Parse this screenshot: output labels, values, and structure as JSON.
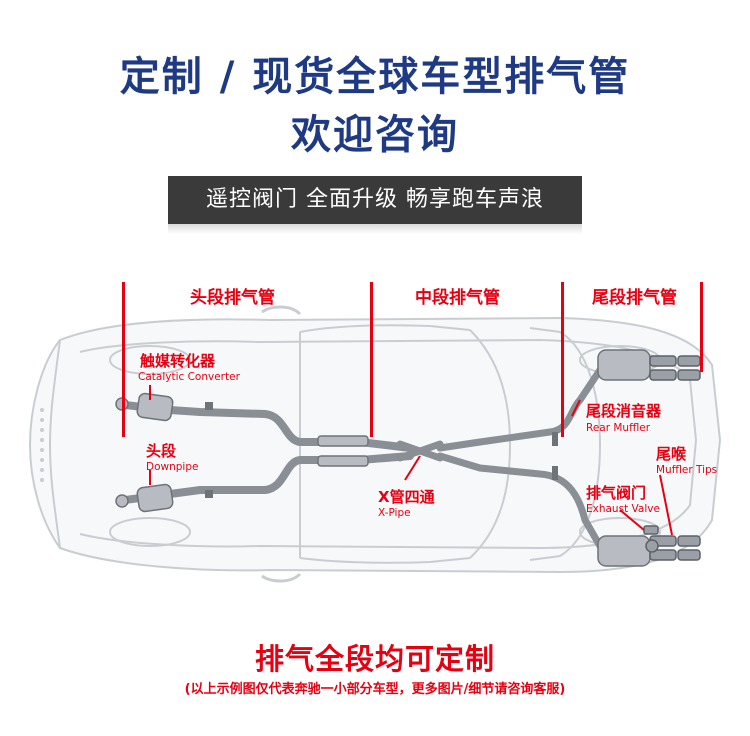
{
  "header": {
    "title_line1": "定制 / 现货全球车型排气管",
    "title_line2": "欢迎咨询"
  },
  "banner": {
    "text": "遥控阀门 全面升级 畅享跑车声浪"
  },
  "sections": {
    "front": "头段排气管",
    "middle": "中段排气管",
    "rear": "尾段排气管"
  },
  "callouts": {
    "catalytic": {
      "zh": "触媒转化器",
      "en": "Catalytic Converter"
    },
    "downpipe": {
      "zh": "头段",
      "en": "Downpipe"
    },
    "xpipe": {
      "zh": "X管四通",
      "en": "X-Pipe"
    },
    "rear_muffler": {
      "zh": "尾段消音器",
      "en": "Rear Muffler"
    },
    "muffler_tips": {
      "zh": "尾喉",
      "en": "Muffler Tips"
    },
    "exhaust_valve": {
      "zh": "排气阀门",
      "en": "Exhaust Valve"
    }
  },
  "footer": {
    "line1": "排气全段均可定制",
    "line2": "(以上示例图仅代表奔驰一小部分车型，更多图片/细节请咨询客服)"
  },
  "colors": {
    "title": "#1f3a84",
    "accent": "#e60012",
    "banner": "#3a3a3a"
  }
}
